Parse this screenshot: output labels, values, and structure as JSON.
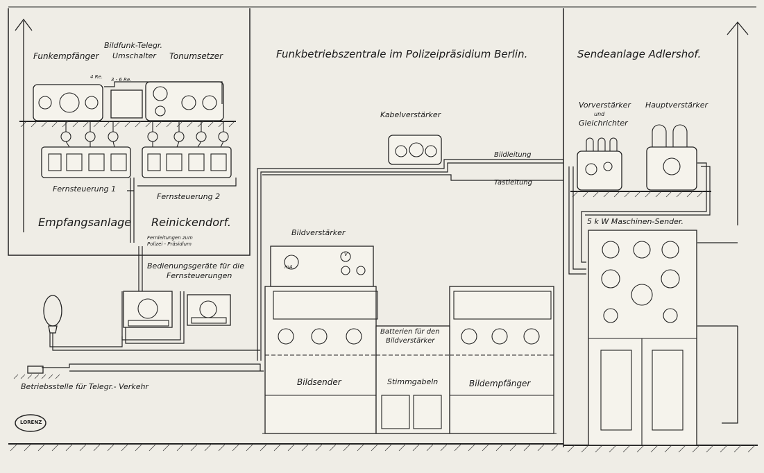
{
  "sections": {
    "left_title_1": "Empfangsanlage",
    "left_title_2": "Reinickendorf.",
    "center_title": "Funkbetriebszentrale im Polizeipräsidium Berlin.",
    "right_title": "Sendeanlage Adlershof."
  },
  "labels": {
    "funkempfaenger": "Funkempfänger",
    "bildfunk_umschalter_1": "Bildfunk-Telegr.",
    "bildfunk_umschalter_2": "Umschalter",
    "tonumsetzer": "Tonumsetzer",
    "four_rel": "4 Re.",
    "three_six_rel": "3 - 6 Re.",
    "fernsteuerung_1": "Fernsteuerung 1",
    "fernsteuerung_2": "Fernsteuerung 2",
    "fernleitungen_1": "Fernleitungen zum",
    "fernleitungen_2": "Polizei - Präsidium",
    "bedienungsgeraete_1": "Bedienungsgeräte für die",
    "bedienungsgeraete_2": "Fernsteuerungen",
    "betriebsstelle": "Betriebsstelle für Telegr.- Verkehr",
    "kabelverstaerker": "Kabelverstärker",
    "bildleitung": "Bildleitung",
    "tastleitung": "Tastleitung",
    "bildverstaerker": "Bildverstärker",
    "batterien_1": "Batterien für den",
    "batterien_2": "Bildverstärker",
    "stimmgabeln": "Stimmgabeln",
    "bildsender": "Bildsender",
    "bildempfaenger": "Bildempfänger",
    "vorverstaerker_1": "Vorverstärker",
    "vorverstaerker_2": "und",
    "vorverstaerker_3": "Gleichrichter",
    "hauptverstaerker": "Hauptverstärker",
    "maschinen_sender": "5 k W  Maschinen-Sender.",
    "meter_ma": "mA",
    "meter_v": "V",
    "logo": "LORENZ"
  }
}
